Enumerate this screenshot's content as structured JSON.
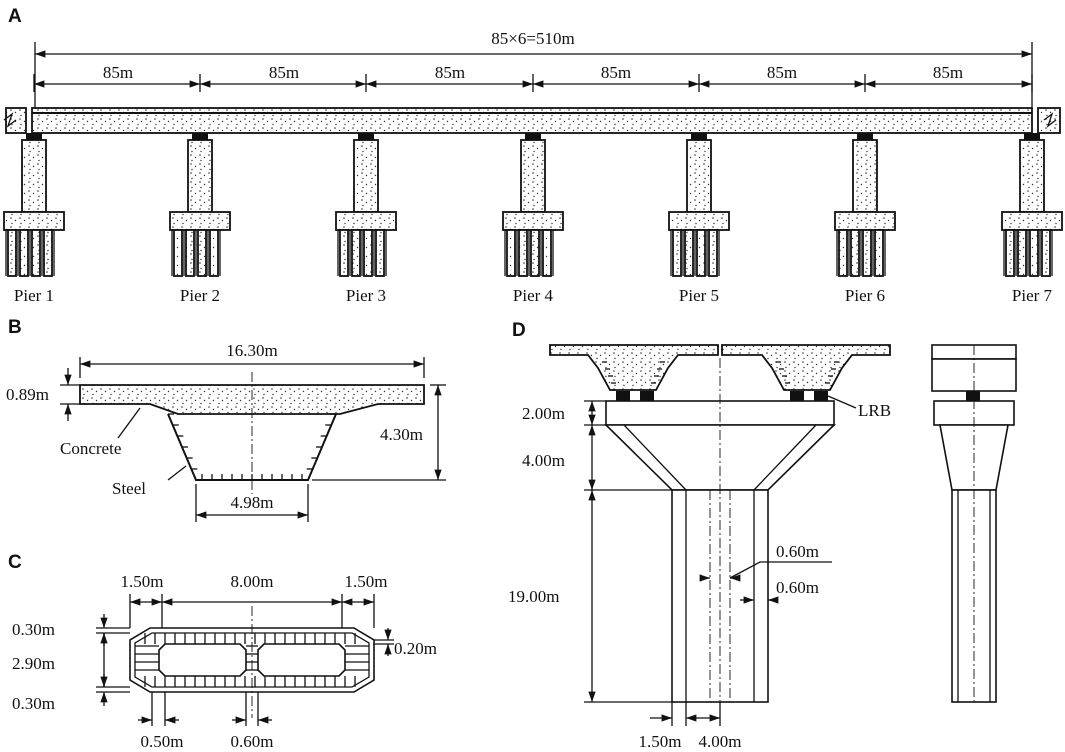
{
  "panels": {
    "a": "A",
    "b": "B",
    "c": "C",
    "d": "D"
  },
  "panel_a": {
    "total_span": "85×6=510m",
    "span_label": "85m",
    "spans": [
      "85m",
      "85m",
      "85m",
      "85m",
      "85m",
      "85m"
    ],
    "piers": [
      "Pier 1",
      "Pier 2",
      "Pier 3",
      "Pier 4",
      "Pier 5",
      "Pier 6",
      "Pier 7"
    ]
  },
  "panel_b": {
    "deck_width": "16.30m",
    "slab_thickness": "0.89m",
    "girder_height": "4.30m",
    "bottom_width": "4.98m",
    "concrete": "Concrete",
    "steel": "Steel"
  },
  "panel_c": {
    "outer_left": "1.50m",
    "middle": "8.00m",
    "outer_right": "1.50m",
    "top_wall": "0.30m",
    "height": "2.90m",
    "bottom_wall": "0.30m",
    "inner_wall": "0.20m",
    "side_wall": "0.50m",
    "center_wall": "0.60m"
  },
  "panel_d": {
    "cap_height": "2.00m",
    "flare_height": "4.00m",
    "column_height": "19.00m",
    "wall_inner": "0.60m",
    "wall_outer": "0.60m",
    "base_side": "1.50m",
    "base_center": "4.00m",
    "bearing": "LRB"
  }
}
